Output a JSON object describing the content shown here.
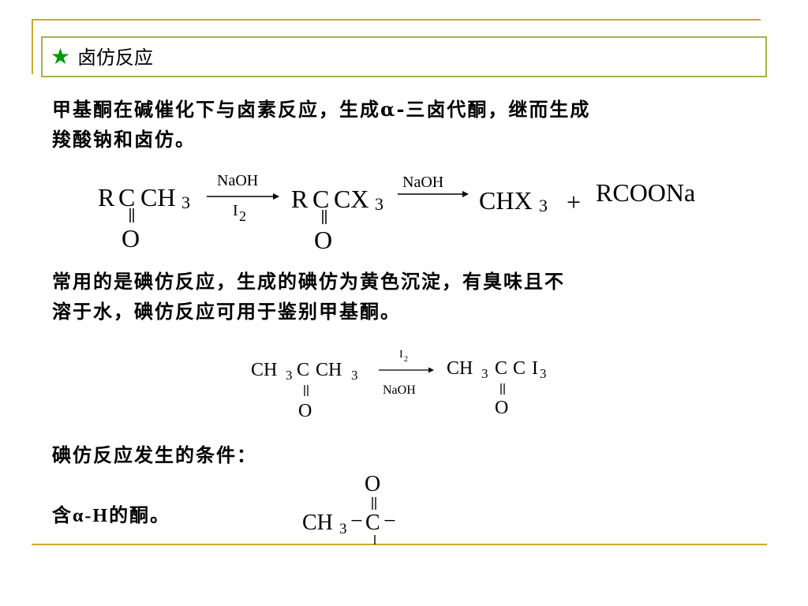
{
  "title": {
    "star": "★",
    "text": "卤仿反应"
  },
  "paragraphs": {
    "p1_line1": "甲基酮在碱催化下与卤素反应，生成α-三卤代酮，继而生成",
    "p1_line2": "羧酸钠和卤仿。",
    "p2_line1": "常用的是碘仿反应，生成的碘仿为黄色沉淀，有臭味且不",
    "p2_line2": "溶于水，碘仿反应可用于鉴别甲基酮。",
    "p3": "碘仿反应发生的条件：",
    "p4_prefix": "含",
    "p4_alpha": "α-H",
    "p4_suffix": "的酮。"
  },
  "reaction1": {
    "r1_R": "R",
    "r1_C": "C",
    "r1_CH": "CH",
    "r1_3": "3",
    "r1_O": "O",
    "arrow1_top": "NaOH",
    "arrow1_bot_I": "I",
    "arrow1_bot_2": "2",
    "p1_R": "R",
    "p1_C": "C",
    "p1_CX": "CX",
    "p1_3": "3",
    "p1_O": "O",
    "arrow2_top": "NaOH",
    "prod_CHX": "CHX",
    "prod_3": "3",
    "plus": "+",
    "prod_RCOONa": "RCOONa"
  },
  "reaction2": {
    "r_CH_a": "CH",
    "r_3a": "3",
    "r_C": "C",
    "r_CH_b": "CH",
    "r_3b": "3",
    "r_O": "O",
    "arrow_top_I": "I",
    "arrow_top_2": "2",
    "arrow_bot": "NaOH",
    "p_CH": "CH",
    "p_3a": "3",
    "p_C1": "C",
    "p_C2": "C",
    "p_I": "I",
    "p_3b": "3",
    "p_O": "O"
  },
  "structure3": {
    "O": "O",
    "CH": "CH",
    "sub3": "3",
    "dash1": "−",
    "C": "C",
    "dash2": "−"
  },
  "colors": {
    "rule": "#c9a930",
    "box_border": "#a8b04a",
    "star": "#009900"
  }
}
